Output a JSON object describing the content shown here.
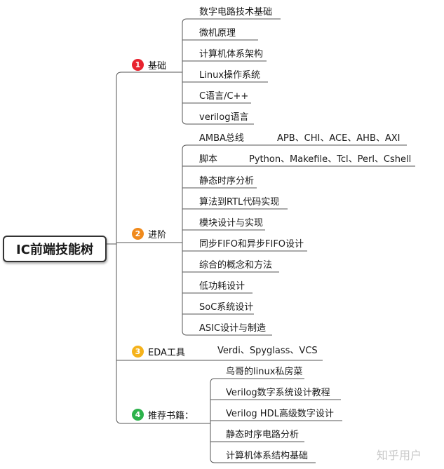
{
  "root": {
    "label": "IC前端技能树"
  },
  "categories": [
    {
      "number": "1",
      "label": "基础",
      "color": "#e8232f",
      "items": [
        {
          "label": "数字电路技术基础"
        },
        {
          "label": "微机原理"
        },
        {
          "label": "计算机体系架构"
        },
        {
          "label": "Linux操作系统"
        },
        {
          "label": "C语言/C++"
        },
        {
          "label": "verilog语言"
        }
      ]
    },
    {
      "number": "2",
      "label": "进阶",
      "color": "#f08a1c",
      "items": [
        {
          "label": "AMBA总线",
          "detail": "APB、CHI、ACE、AHB、AXI"
        },
        {
          "label": "脚本",
          "detail": "Python、Makefile、Tcl、Perl、Cshell"
        },
        {
          "label": "静态时序分析"
        },
        {
          "label": "算法到RTL代码实现"
        },
        {
          "label": "模块设计与实现"
        },
        {
          "label": "同步FIFO和异步FIFO设计"
        },
        {
          "label": "综合的概念和方法"
        },
        {
          "label": "低功耗设计"
        },
        {
          "label": "SoC系统设计"
        },
        {
          "label": "ASIC设计与制造"
        }
      ]
    },
    {
      "number": "3",
      "label": "EDA工具",
      "color": "#f5b21b",
      "detail": "Verdi、Spyglass、VCS",
      "items": []
    },
    {
      "number": "4",
      "label": "推荐书籍：",
      "color": "#2db24b",
      "items": [
        {
          "label": "鸟哥的linux私房菜"
        },
        {
          "label": "Verilog数字系统设计教程"
        },
        {
          "label": "Verilog HDL高级数字设计"
        },
        {
          "label": "静态时序电路分析"
        },
        {
          "label": "计算机体系结构基础"
        }
      ]
    }
  ],
  "watermark": "知乎用户"
}
